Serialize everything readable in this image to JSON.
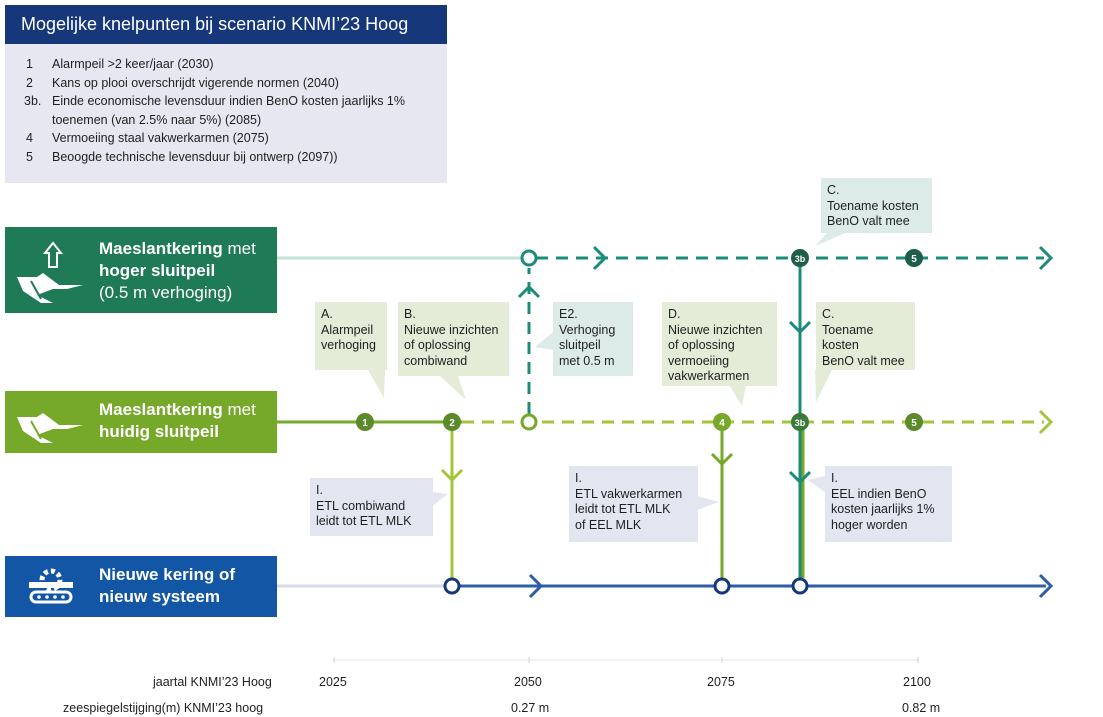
{
  "legend": {
    "title": "Mogelijke knelpunten bij scenario KNMI’23 Hoog",
    "items": [
      {
        "num": "1",
        "text": "Alarmpeil >2 keer/jaar (2030)"
      },
      {
        "num": "2",
        "text": "Kans op plooi overschrijdt vigerende normen (2040)"
      },
      {
        "num": "3b.",
        "text": "Einde economische levensduur indien BenO kosten jaarlijks 1%"
      },
      {
        "num": "",
        "text": "toenemen (van 2.5% naar 5%) (2085)"
      },
      {
        "num": "4",
        "text": "Vermoeiing staal vakwerkarmen (2075)"
      },
      {
        "num": "5",
        "text": "Beoogde technische levensduur bij ontwerp (2097))"
      }
    ]
  },
  "scenarios": {
    "top": {
      "bold1": "Maeslantkering",
      "normal1": " met",
      "bold2": "hoger sluitpeil",
      "line3": "(0.5 m verhoging)",
      "color": "#1f7a56",
      "icon": "barrier-raised-icon"
    },
    "middle": {
      "bold1": "Maeslantkering",
      "normal1": " met",
      "bold2": "huidig sluitpeil",
      "color": "#76a82a",
      "icon": "barrier-icon"
    },
    "bottom": {
      "line1": "Nieuwe kering of",
      "line2": "nieuw systeem",
      "color": "#1356a5",
      "icon": "gear-barrier-icon"
    }
  },
  "markers": {
    "m1": "1",
    "m2": "2",
    "m3b_mid": "3b",
    "m3b_top": "3b",
    "m4": "4",
    "m5_mid": "5",
    "m5_top": "5"
  },
  "callouts": {
    "A": [
      "A.",
      "Alarmpeil",
      "verhoging"
    ],
    "B": [
      "B.",
      "Nieuwe inzichten",
      "of oplossing",
      "combiwand"
    ],
    "E2": [
      "E2.",
      "Verhoging",
      "sluitpeil",
      "met 0.5 m"
    ],
    "D": [
      "D.",
      "Nieuwe inzichten",
      "of oplossing",
      "vermoeiing",
      "vakwerkarmen"
    ],
    "C_mid": [
      "C.",
      "Toename",
      "kosten",
      "BenO valt mee"
    ],
    "C_top": [
      "C.",
      "Toename kosten",
      "BenO valt mee"
    ],
    "I_1": [
      "I.",
      "ETL combiwand",
      "leidt tot ETL MLK"
    ],
    "I_2": [
      "I.",
      "ETL vakwerkarmen",
      "leidt tot ETL MLK",
      "of EEL MLK"
    ],
    "I_3": [
      "I.",
      "EEL indien BenO",
      "kosten jaarlijks 1%",
      "hoger worden"
    ]
  },
  "axis": {
    "year_label": "jaartal KNMI’23 Hoog",
    "sea_label": "zeespiegelstijging(m) KNMI’23 hoog",
    "years": [
      "2025",
      "2050",
      "2075",
      "2100"
    ],
    "sea_levels": [
      "",
      "0.27 m",
      "",
      "0.82 m"
    ]
  },
  "colors": {
    "teal": "#1b8c77",
    "lightgreen": "#a3c43c",
    "green": "#76a82a",
    "blue": "#2c5da6",
    "navy": "#16387a"
  }
}
